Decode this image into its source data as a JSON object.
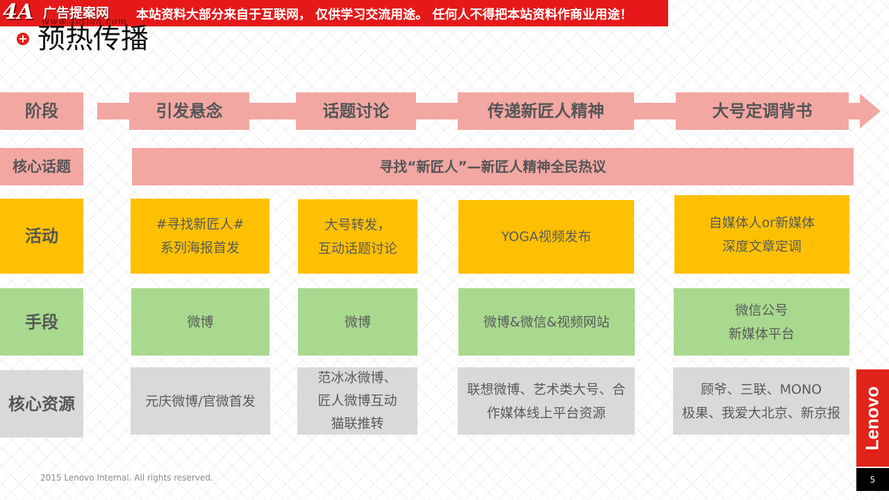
{
  "watermark": {
    "logo": "4A",
    "site_name": "广告提案网",
    "notice": "本站资料大部分来自于互联网， 仅供学习交流用途。 任何人不得把本站资料作商业用途！",
    "url": "www.4atian.com"
  },
  "slide": {
    "title_bullet": "+",
    "title": "预热传播"
  },
  "table": {
    "row_labels": {
      "stage": "阶段",
      "topic": "核心话题",
      "activity": "活动",
      "means": "手段",
      "resources": "核心资源"
    },
    "stages": [
      "引发悬念",
      "话题讨论",
      "传递新匠人精神",
      "大号定调背书"
    ],
    "core_topic": "寻找“新匠人”—新匠人精神全民热议",
    "activities": [
      "#寻找新匠人#\n系列海报首发",
      "大号转发，\n互动话题讨论",
      "YOGA视频发布",
      "自媒体人or新媒体\n深度文章定调"
    ],
    "means": [
      "微博",
      "微博",
      "微博&微信&视频网站",
      "微信公号\n新媒体平台"
    ],
    "resources": [
      "元庆微博/官微首发",
      "范冰冰微博、\n匠人微博互动\n猫联推转",
      "联想微博、艺术类大号、合\n作媒体线上平台资源",
      "顾爷、三联、MONO\n极果、我爱大北京、新京报"
    ]
  },
  "footer": {
    "copyright": "2015 Lenovo  Internal.  All rights reserved.",
    "brand": "Lenovo",
    "page_number": "5"
  },
  "colors": {
    "stage_pink": "#f2a7a3",
    "activity_yellow": "#fec000",
    "means_green": "#a8d98e",
    "resource_gray": "#d9d9d9",
    "lenovo_red": "#e2231a",
    "watermark_red": "#e51919"
  }
}
